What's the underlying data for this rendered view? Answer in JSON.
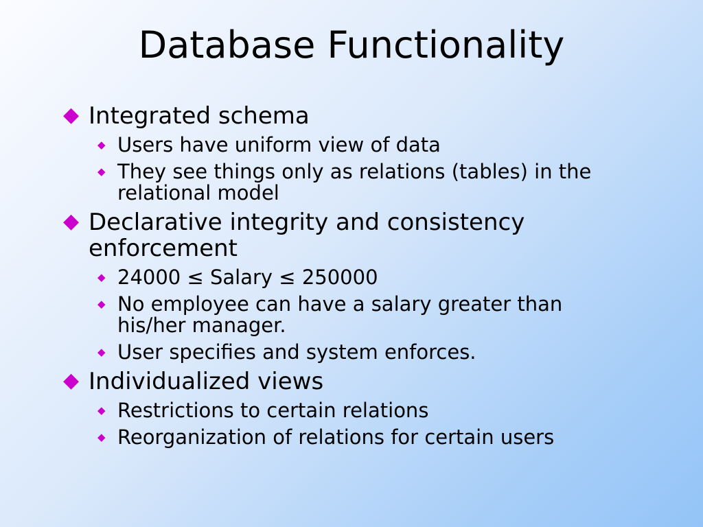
{
  "slide": {
    "title": "Database Functionality",
    "bullet_color": "#cc00cc",
    "background_colors": [
      "#fbfcff",
      "#93c4f7"
    ],
    "items": [
      {
        "text": "Integrated schema",
        "sub": [
          "Users have uniform view of data",
          "They see things only as relations (tables) in the relational model"
        ]
      },
      {
        "text": "Declarative integrity and consistency enforcement",
        "sub": [
          "24000 ≤ Salary ≤ 250000",
          "No employee can have a salary greater than his/her manager.",
          "User specifies and system enforces."
        ]
      },
      {
        "text": "Individualized views",
        "sub": [
          "Restrictions to certain relations",
          "Reorganization of relations for certain users"
        ]
      }
    ]
  }
}
